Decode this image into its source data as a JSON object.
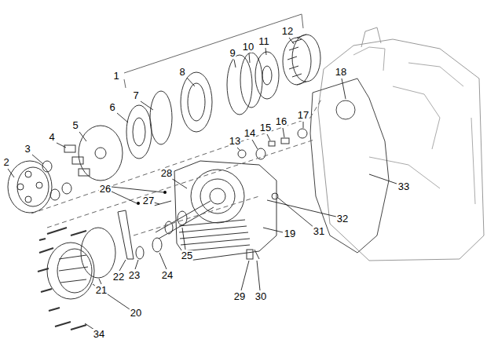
{
  "diagram": {
    "labels": [
      "1",
      "2",
      "3",
      "4",
      "5",
      "6",
      "7",
      "8",
      "9",
      "10",
      "11",
      "12",
      "13",
      "14",
      "15",
      "16",
      "17",
      "18",
      "19",
      "20",
      "21",
      "22",
      "23",
      "24",
      "25",
      "26",
      "27",
      "28",
      "29",
      "30",
      "31",
      "32",
      "33",
      "34"
    ]
  }
}
